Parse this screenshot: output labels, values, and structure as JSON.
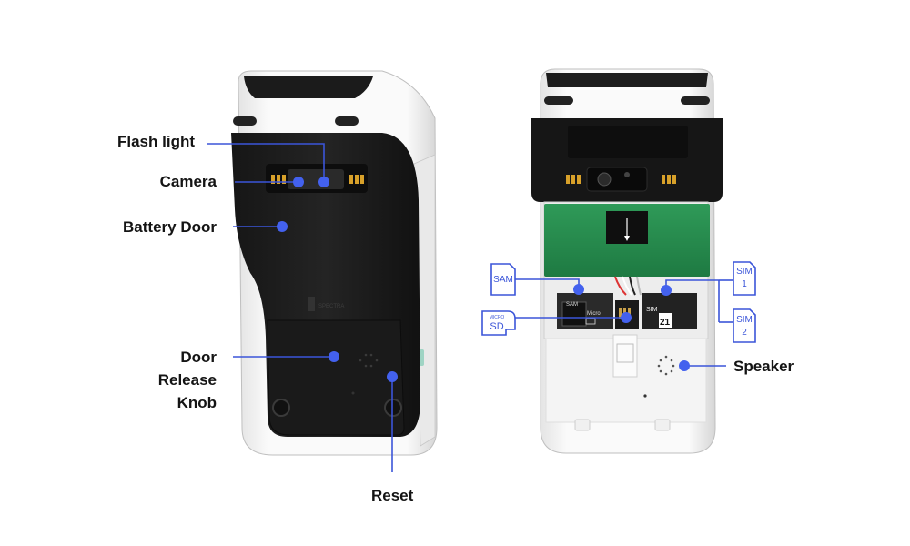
{
  "accent_color": "#4361ee",
  "line_color": "#3b55d9",
  "labels": {
    "flash_light": "Flash light",
    "camera": "Camera",
    "battery_door": "Battery Door",
    "door_release_1": "Door",
    "door_release_2": "Release",
    "door_release_3": "Knob",
    "reset": "Reset",
    "speaker": "Speaker"
  },
  "tags": {
    "sam": "SAM",
    "micro": "MICRO",
    "sd": "SD",
    "sim": "SIM",
    "sim_1": "1",
    "sim_2": "2"
  },
  "device_text": {
    "back_logo": "SPECTRA",
    "slot_sam": "SAM",
    "slot_micro": "Micro",
    "slot_sim": "SIM",
    "slot_num": "21"
  }
}
